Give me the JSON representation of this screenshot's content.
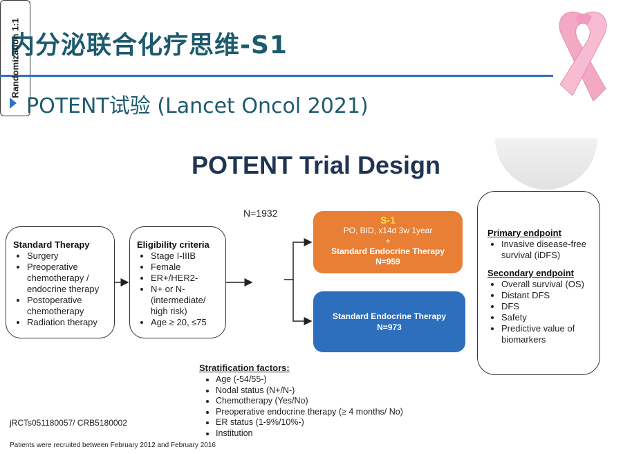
{
  "header": {
    "title": "内分泌联合化疗思维-S1",
    "subtitle": "POTENT试验 (Lancet Oncol 2021)"
  },
  "diagram": {
    "title": "POTENT Trial Design",
    "standard_therapy": {
      "heading": "Standard Therapy",
      "items": [
        "Surgery",
        "Preoperative chemotherapy / endocrine therapy",
        "Postoperative chemotherapy",
        "Radiation therapy"
      ]
    },
    "eligibility": {
      "heading": "Eligibility criteria",
      "items": [
        "Stage I-IIIB",
        "Female",
        "ER+/HER2-",
        "N+ or N- (intermediate/ high risk)",
        "Age ≥ 20,  ≤75"
      ]
    },
    "total_n": "N=1932",
    "randomization": "Randomization 1:1",
    "arm_s1": {
      "title": "S-1",
      "line1": "PO, BID, x14d 3w 1year",
      "plus": "+",
      "line2": "Standard Endocrine Therapy",
      "n": "N=959"
    },
    "arm_endocrine": {
      "line1": "Standard Endocrine Therapy",
      "n": "N=973"
    },
    "endpoints": {
      "primary_heading": "Primary endpoint",
      "primary_items": [
        "Invasive disease-free survival (iDFS)"
      ],
      "secondary_heading": "Secondary endpoint",
      "secondary_items": [
        "Overall survival (OS)",
        "Distant DFS",
        "DFS",
        "Safety",
        "Predictive value of biomarkers"
      ]
    },
    "stratification": {
      "heading": "Stratification factors",
      "colon": ":",
      "items": [
        "Age (-54/55-)",
        "Nodal status (N+/N-)",
        "Chemotherapy (Yes/No)",
        "Preoperative endocrine therapy (≥ 4 months/ No)",
        "ER status   (1-9%/10%-)",
        "Institution"
      ]
    },
    "registration": "jRCTs051180057/ CRB5180002",
    "footnote": "Patients were recruited between February 2012 and February 2016"
  },
  "colors": {
    "title_teal": "#1d5a6e",
    "rule_blue": "#2f6fc0",
    "s1_orange": "#e87f35",
    "s1_title_yellow": "#ffe34d",
    "endocrine_blue": "#2d6fbd",
    "ribbon_pink": "#f3a9c4"
  }
}
